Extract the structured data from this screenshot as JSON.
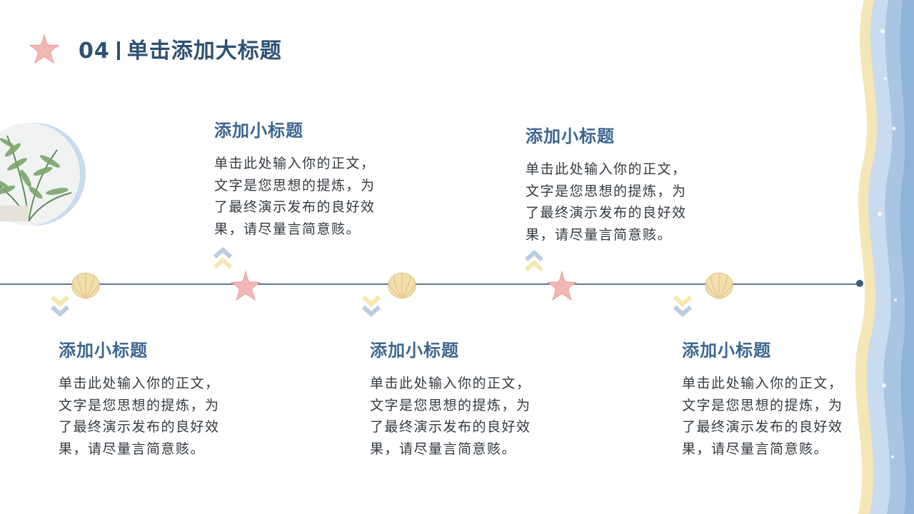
{
  "header": {
    "number": "04",
    "title": "单击添加大标题"
  },
  "items": [
    {
      "title": "添加小标题",
      "lines": [
        "单击此处输入你的正文，",
        "文字是您思想的提炼，为",
        "了最终演示发布的良好效",
        "果，请尽量言简意赅。"
      ]
    },
    {
      "title": "添加小标题",
      "lines": [
        "单击此处输入你的正文，",
        "文字是您思想的提炼，为",
        "了最终演示发布的良好效",
        "果，请尽量言简意赅。"
      ]
    },
    {
      "title": "添加小标题",
      "lines": [
        "单击此处输入你的正文，",
        "文字是您思想的提炼，为",
        "了最终演示发布的良好效",
        "果，请尽量言简意赅。"
      ]
    },
    {
      "title": "添加小标题",
      "lines": [
        "单击此处输入你的正文，",
        "文字是您思想的提炼，为",
        "了最终演示发布的良好效",
        "果，请尽量言简意赅。"
      ]
    },
    {
      "title": "添加小标题",
      "lines": [
        "单击此处输入你的正文，",
        "文字是您思想的提炼，为",
        "了最终演示发布的良好效",
        "果，请尽量言简意赅。"
      ]
    }
  ],
  "colors": {
    "title": "#2e5173",
    "subtitle": "#3d6690",
    "body": "#333a40",
    "line": "#5f7b96",
    "star": "#f2b8b5",
    "shell": "#f3dfae",
    "chevron_yellow": "#f7e7b0",
    "chevron_blue": "#b9cde3",
    "wave_blue": "#a9c5e3",
    "wave_yellow": "#f5e6b8"
  },
  "icons": [
    "starfish-icon",
    "seashell-icon",
    "chevron-up-icon",
    "chevron-down-icon",
    "fern-plant-image",
    "ocean-wave-decoration"
  ]
}
